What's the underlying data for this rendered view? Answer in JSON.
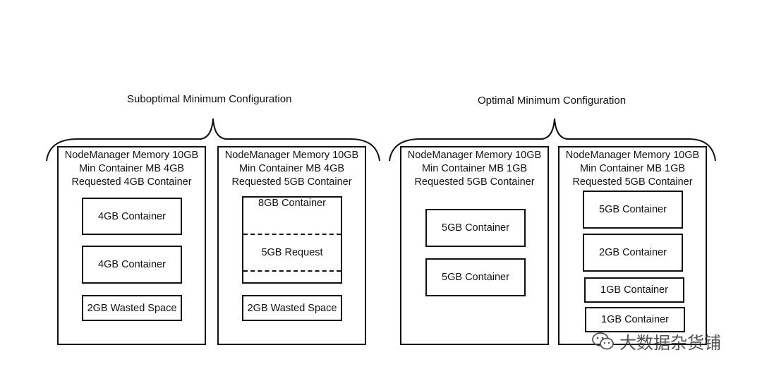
{
  "groups": [
    {
      "title": "Suboptimal Minimum Configuration",
      "nodes": [
        {
          "header": [
            "NodeManager Memory 10GB",
            "Min Container MB 4GB",
            "Requested 4GB Container"
          ],
          "containers": [
            "4GB Container",
            "4GB Container",
            "2GB Wasted Space"
          ]
        },
        {
          "header": [
            "NodeManager Memory 10GB",
            "Min Container MB 4GB",
            "Requested 5GB Container"
          ],
          "big_container": "8GB Container",
          "request": "5GB  Request",
          "containers": [
            "2GB Wasted Space"
          ]
        }
      ]
    },
    {
      "title": "Optimal Minimum Configuration",
      "nodes": [
        {
          "header": [
            "NodeManager Memory 10GB",
            "Min Container MB 1GB",
            "Requested 5GB Container"
          ],
          "containers": [
            "5GB  Container",
            "5GB  Container"
          ]
        },
        {
          "header": [
            "NodeManager Memory 10GB",
            "Min Container MB 1GB",
            "Requested 5GB Container"
          ],
          "containers": [
            "5GB  Container",
            "2GB Container",
            "1GB Container",
            "1GB Container"
          ]
        }
      ]
    }
  ],
  "watermark": {
    "text": "大数据杂货铺",
    "icon": "wechat-icon"
  }
}
